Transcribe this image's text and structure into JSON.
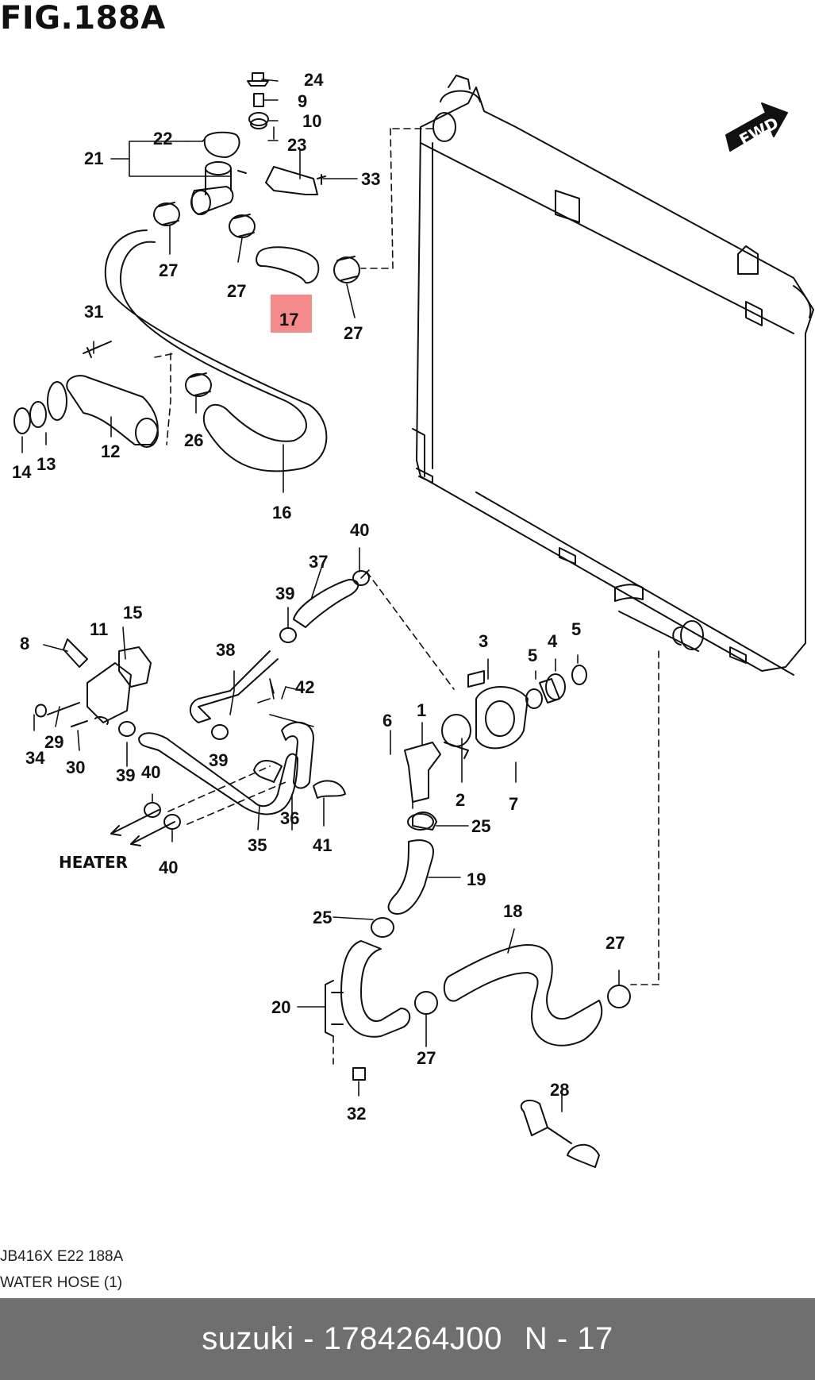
{
  "figure": {
    "title": "FIG.188A",
    "code": "JB416X E22 188A",
    "name": "WATER HOSE (1)"
  },
  "labels": {
    "fwd": "FWD",
    "heater": "HEATER",
    "p1": "1",
    "p2": "2",
    "p3": "3",
    "p4": "4",
    "p5a": "5",
    "p5b": "5",
    "p6": "6",
    "p7": "7",
    "p8": "8",
    "p9": "9",
    "p10": "10",
    "p11": "11",
    "p12": "12",
    "p13": "13",
    "p14": "14",
    "p15": "15",
    "p16": "16",
    "p17": "17",
    "p18": "18",
    "p19": "19",
    "p20": "20",
    "p21": "21",
    "p22": "22",
    "p23": "23",
    "p24": "24",
    "p25a": "25",
    "p25b": "25",
    "p26": "26",
    "p27a": "27",
    "p27b": "27",
    "p27c": "27",
    "p27d": "27",
    "p27e": "27",
    "p28": "28",
    "p29": "29",
    "p30": "30",
    "p31": "31",
    "p32": "32",
    "p33": "33",
    "p34": "34",
    "p35": "35",
    "p36": "36",
    "p37": "37",
    "p38": "38",
    "p39a": "39",
    "p39b": "39",
    "p39c": "39",
    "p40a": "40",
    "p40b": "40",
    "p40c": "40",
    "p41": "41",
    "p42": "42"
  },
  "highlight": {
    "part": "17",
    "color": "#f48a8a"
  },
  "footer": {
    "brand_part": "suzuki - 1784264J00",
    "ref": "N - 17",
    "bar_color": "#6f6f6f"
  }
}
